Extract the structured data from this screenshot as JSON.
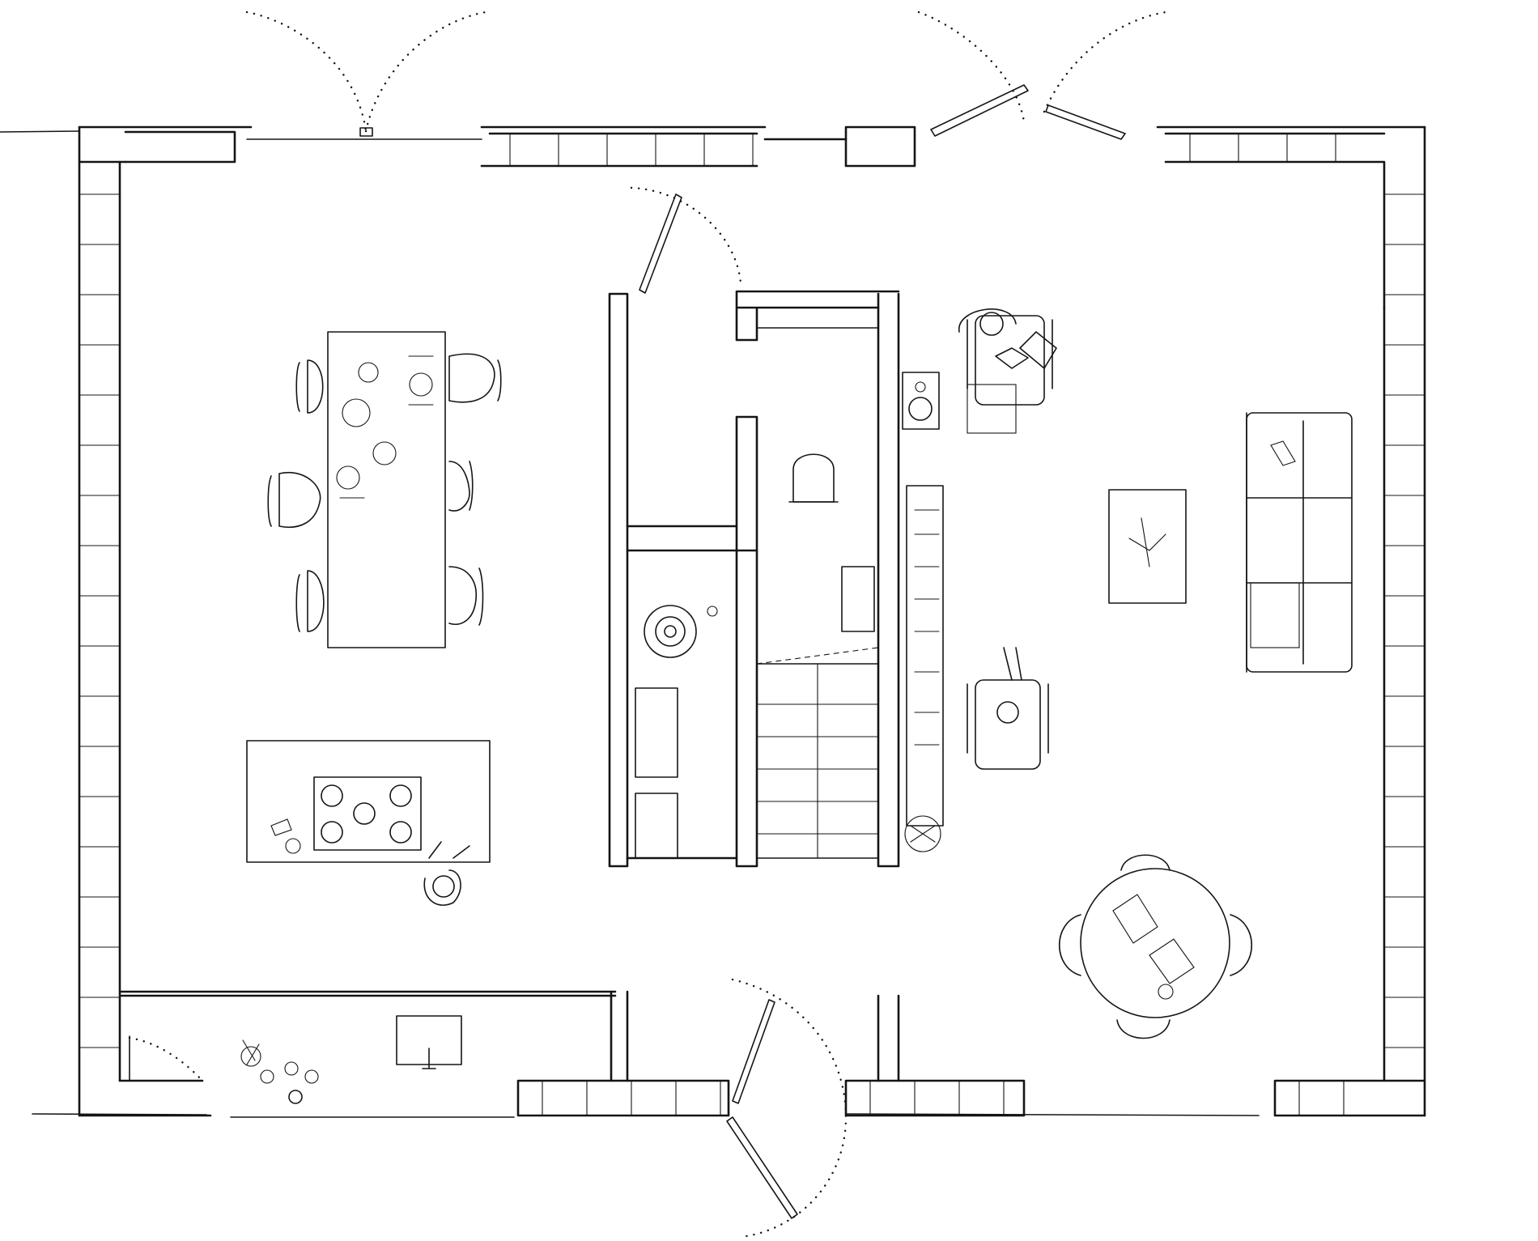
{
  "drawing": {
    "kind": "hand-drawn floor plan",
    "line_color": "#151515",
    "paper_color": "#ffffff",
    "labels": []
  },
  "rooms": [
    {
      "id": "dining-kitchen",
      "furniture": [
        "dining-table",
        "chair",
        "chair",
        "chair",
        "chair",
        "chair",
        "chair",
        "kitchen-island",
        "cooktop",
        "person"
      ]
    },
    {
      "id": "central-core",
      "furniture": [
        "washbasin",
        "toilet",
        "bathtub-basin",
        "cabinet",
        "shelf",
        "stair"
      ]
    },
    {
      "id": "living",
      "furniture": [
        "armchair",
        "armchair-with-person",
        "sofa",
        "rug",
        "coffee-table",
        "record-player",
        "bookshelf",
        "plant"
      ]
    },
    {
      "id": "study-corner",
      "furniture": [
        "round-table",
        "chair",
        "chair",
        "chair",
        "chair"
      ]
    },
    {
      "id": "entry",
      "furniture": [
        "sink-unit",
        "plants"
      ]
    }
  ]
}
